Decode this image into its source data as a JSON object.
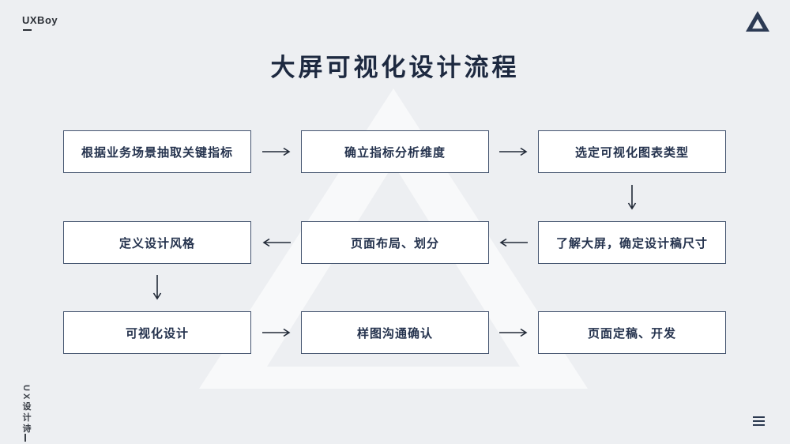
{
  "header": {
    "brand": "UXBoy",
    "logo_icon": "triangle-logo"
  },
  "title": "大屏可视化设计流程",
  "flow": {
    "steps": [
      {
        "id": 1,
        "label": "根据业务场景抽取关键指标",
        "row": 1,
        "col": 1
      },
      {
        "id": 2,
        "label": "确立指标分析维度",
        "row": 1,
        "col": 2
      },
      {
        "id": 3,
        "label": "选定可视化图表类型",
        "row": 1,
        "col": 3
      },
      {
        "id": 4,
        "label": "了解大屏，确定设计稿尺寸",
        "row": 2,
        "col": 3
      },
      {
        "id": 5,
        "label": "页面布局、划分",
        "row": 2,
        "col": 2
      },
      {
        "id": 6,
        "label": "定义设计风格",
        "row": 2,
        "col": 1
      },
      {
        "id": 7,
        "label": "可视化设计",
        "row": 3,
        "col": 1
      },
      {
        "id": 8,
        "label": "样图沟通确认",
        "row": 3,
        "col": 2
      },
      {
        "id": 9,
        "label": "页面定稿、开发",
        "row": 3,
        "col": 3
      }
    ],
    "connections": [
      {
        "from": 1,
        "to": 2,
        "direction": "right"
      },
      {
        "from": 2,
        "to": 3,
        "direction": "right"
      },
      {
        "from": 3,
        "to": 4,
        "direction": "down"
      },
      {
        "from": 4,
        "to": 5,
        "direction": "left"
      },
      {
        "from": 5,
        "to": 6,
        "direction": "left"
      },
      {
        "from": 6,
        "to": 7,
        "direction": "down"
      },
      {
        "from": 7,
        "to": 8,
        "direction": "right"
      },
      {
        "from": 8,
        "to": 9,
        "direction": "right"
      }
    ]
  },
  "footer": {
    "vertical_text": "UX设计诗",
    "menu_icon": "hamburger-menu-icon"
  },
  "colors": {
    "background": "#edeff2",
    "ink": "#1d2940",
    "box_border": "#44546f",
    "box_background": "#ffffff",
    "watermark": "#ffffff"
  }
}
